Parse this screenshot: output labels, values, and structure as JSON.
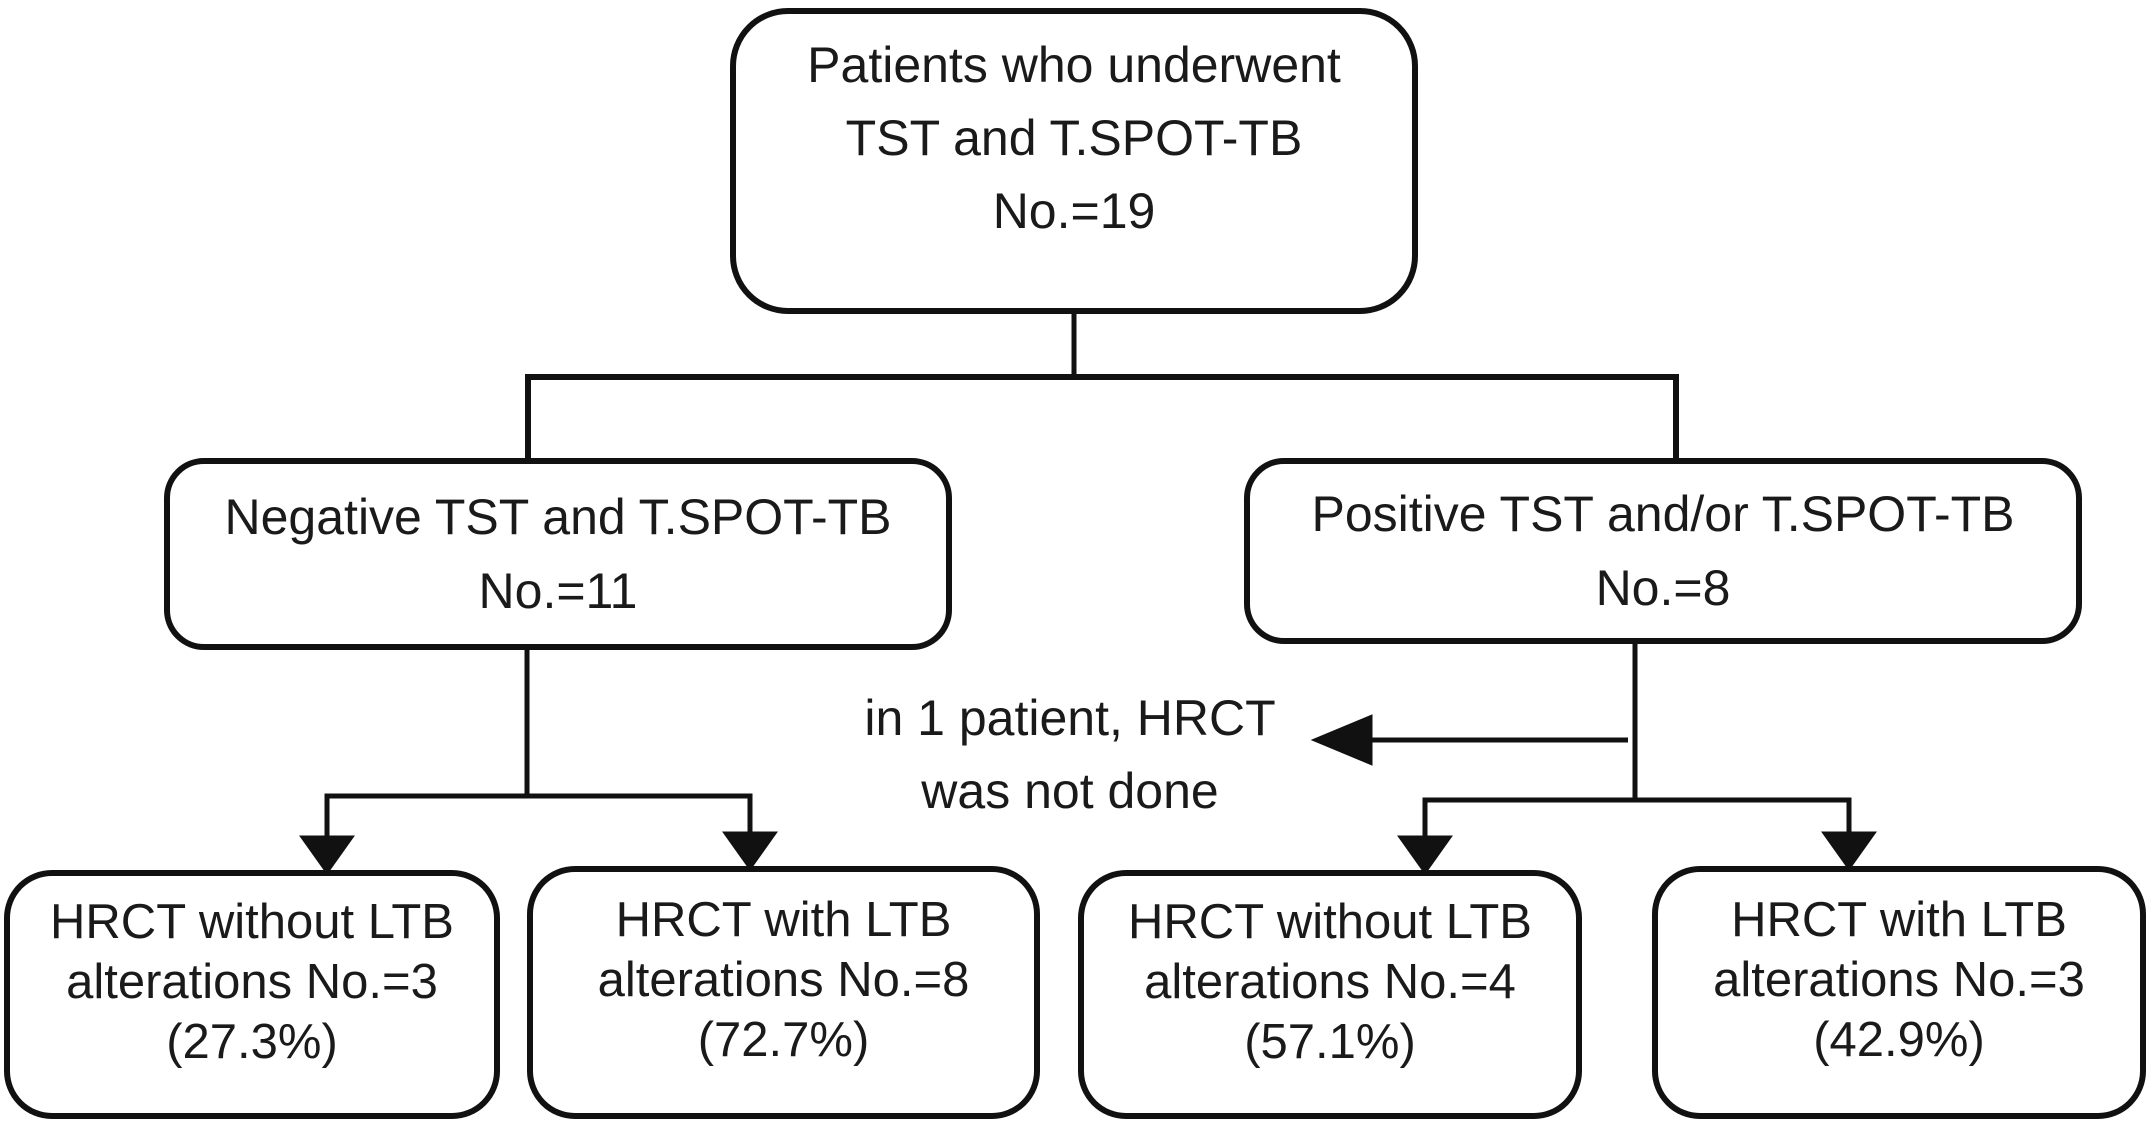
{
  "diagram": {
    "description": "Patient flowchart of TST and T.SPOT-TB testing with HRCT findings",
    "nodes": {
      "root": {
        "line1": "Patients who underwent",
        "line2": "TST and T.SPOT-TB",
        "line3": "No.=19"
      },
      "negative": {
        "line1": "Negative TST and T.SPOT-TB",
        "line2": "No.=11"
      },
      "positive": {
        "line1": "Positive TST and/or T.SPOT-TB",
        "line2": "No.=8"
      },
      "negative_without_ltb": {
        "line1": "HRCT without LTB",
        "line2": "alterations No.=3",
        "line3": "(27.3%)"
      },
      "negative_with_ltb": {
        "line1": "HRCT with LTB",
        "line2": "alterations No.=8",
        "line3": "(72.7%)"
      },
      "positive_without_ltb": {
        "line1": "HRCT without LTB",
        "line2": "alterations No.=4",
        "line3": "(57.1%)"
      },
      "positive_with_ltb": {
        "line1": "HRCT with LTB",
        "line2": "alterations No.=3",
        "line3": "(42.9%)"
      }
    },
    "annotation": {
      "line1": "in 1 patient, HRCT",
      "line2": "was not done"
    },
    "colors": {
      "background": "#ffffff",
      "line": "#111111",
      "text": "#1a1a1a"
    }
  }
}
